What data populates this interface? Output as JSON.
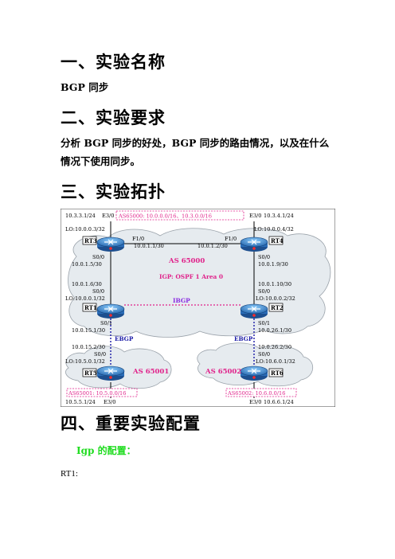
{
  "sections": {
    "s1_title": "一、实验名称",
    "s1_body": "BGP 同步",
    "s2_title": "二、实验要求",
    "s2_body_line1": "分析 BGP 同步的好处，BGP 同步的路由情况，以及在什么",
    "s2_body_line2": "情况下使用同步。",
    "s3_title": "三、实验拓扑",
    "s4_title": "四、重要实验配置",
    "igp_heading": "Igp 的配置：",
    "rt1_label": "RT1:"
  },
  "topology": {
    "top_as_banner": "AS65000: 10.0.0.0/16、10.3.0.0/16",
    "as65000": "AS 65000",
    "igp": "IGP: OSPF 1 Area 0",
    "ibgp": "IBGP",
    "ebgp_left": "EBGP",
    "ebgp_right": "EBGP",
    "as65001": "AS 65001",
    "as65002": "AS 65002",
    "as65001_banner": "AS65001: 10.5.0.0/16",
    "as65002_banner": "AS65002: 10.6.0.0/16",
    "routers": {
      "rt1": "RT1",
      "rt2": "RT2",
      "rt3": "RT3",
      "rt4": "RT4",
      "rt5": "RT5",
      "rt6": "RT6"
    },
    "labels": {
      "rt3_e30_ip": "10.3.3.1/24",
      "rt3_e30": "E3/0",
      "rt4_e30": "E3/0",
      "rt4_e30_ip": "10.3.4.1/24",
      "rt3_lo": "LO:10.0.0.3/32",
      "rt4_lo": "LO:10.0.0.4/32",
      "rt3_f10": "F1/0",
      "rt3_f10_ip": "10.0.1.1/30",
      "rt4_f10": "F1/0",
      "rt4_f10_ip": "10.0.1.2/30",
      "rt3_s00": "S0/0",
      "rt3_s00_ip": "10.0.1.5/30",
      "rt4_s00": "S0/0",
      "rt4_s00_ip": "10.0.1.9/30",
      "rt1_s00_ip": "10.0.1.6/30",
      "rt1_s00": "S0/0",
      "rt1_lo": "LO:10.0.0.1/32",
      "rt2_s00_ip": "10.0.1.10/30",
      "rt2_s00": "S0/0",
      "rt2_lo": "LO:10.0.0.2/32",
      "rt1_s01": "S0/1",
      "rt1_s01_ip": "10.0.15.1/30",
      "rt2_s01": "S0/1",
      "rt2_s01_ip": "10.0.26.1/30",
      "rt5_s00_ip": "10.0.15.2/30",
      "rt5_s00": "S0/0",
      "rt5_lo": "LO:10.5.0.1/32",
      "rt6_s00_ip": "10.0.26.2/30",
      "rt6_s00": "S0/0",
      "rt6_lo": "LO:10.6.0.1/32",
      "rt5_e30_ip": "10.5.5.1/24",
      "rt5_e30": "E3/0",
      "rt6_e30": "E3/0",
      "rt6_e30_ip": "10.6.6.1/24"
    }
  },
  "colors": {
    "pink": "#e0218a",
    "blue": "#1a1aa6",
    "green": "#1fdc1f",
    "router": "#2b7fc9"
  }
}
